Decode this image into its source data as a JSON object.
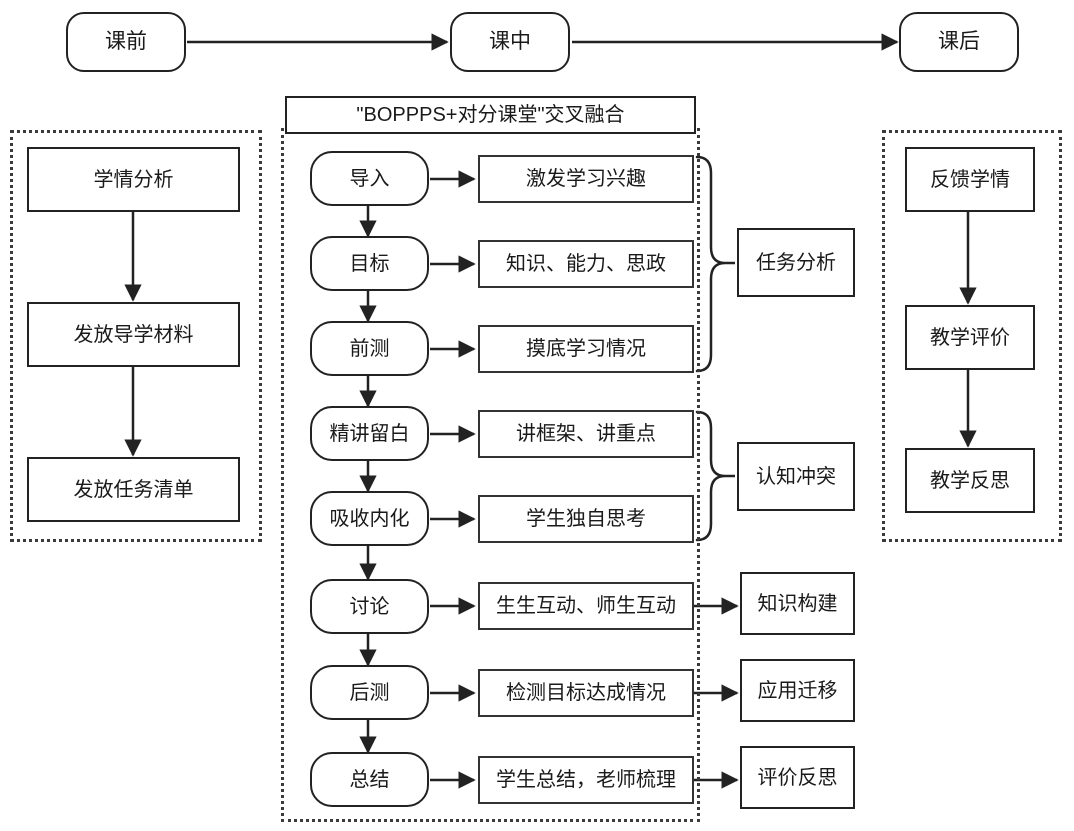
{
  "diagram": {
    "title": "\"BOPPPS+对分课堂\"交叉融合",
    "phases": [
      {
        "id": "pre-class",
        "label": "课前"
      },
      {
        "id": "in-class",
        "label": "课中"
      },
      {
        "id": "post-class",
        "label": "课后"
      }
    ],
    "pre_class_column": {
      "steps": [
        {
          "label": "学情分析"
        },
        {
          "label": "发放导学材料"
        },
        {
          "label": "发放任务清单"
        }
      ]
    },
    "post_class_column": {
      "steps": [
        {
          "label": "反馈学情"
        },
        {
          "label": "教学评价"
        },
        {
          "label": "教学反思"
        }
      ]
    },
    "in_class_column": {
      "rows": [
        {
          "stage": "导入",
          "detail": "激发学习兴趣"
        },
        {
          "stage": "目标",
          "detail": "知识、能力、思政"
        },
        {
          "stage": "前测",
          "detail": "摸底学习情况"
        },
        {
          "stage": "精讲留白",
          "detail": "讲框架、讲重点"
        },
        {
          "stage": "吸收内化",
          "detail": "学生独自思考"
        },
        {
          "stage": "讨论",
          "detail": "生生互动、师生互动"
        },
        {
          "stage": "后测",
          "detail": "检测目标达成情况"
        },
        {
          "stage": "总结",
          "detail": "学生总结，老师梳理"
        }
      ]
    },
    "outcomes": [
      {
        "label": "任务分析",
        "groups_rows": [
          0,
          1,
          2
        ],
        "connector": "brace"
      },
      {
        "label": "认知冲突",
        "groups_rows": [
          3,
          4
        ],
        "connector": "brace"
      },
      {
        "label": "知识构建",
        "groups_rows": [
          5
        ],
        "connector": "arrow"
      },
      {
        "label": "应用迁移",
        "groups_rows": [
          6
        ],
        "connector": "arrow"
      },
      {
        "label": "评价反思",
        "groups_rows": [
          7
        ],
        "connector": "arrow"
      }
    ],
    "colors": {
      "stroke": "#222222",
      "dotted_border": "#3b3b3b",
      "background": "#ffffff",
      "text": "#1a1a1a"
    }
  }
}
